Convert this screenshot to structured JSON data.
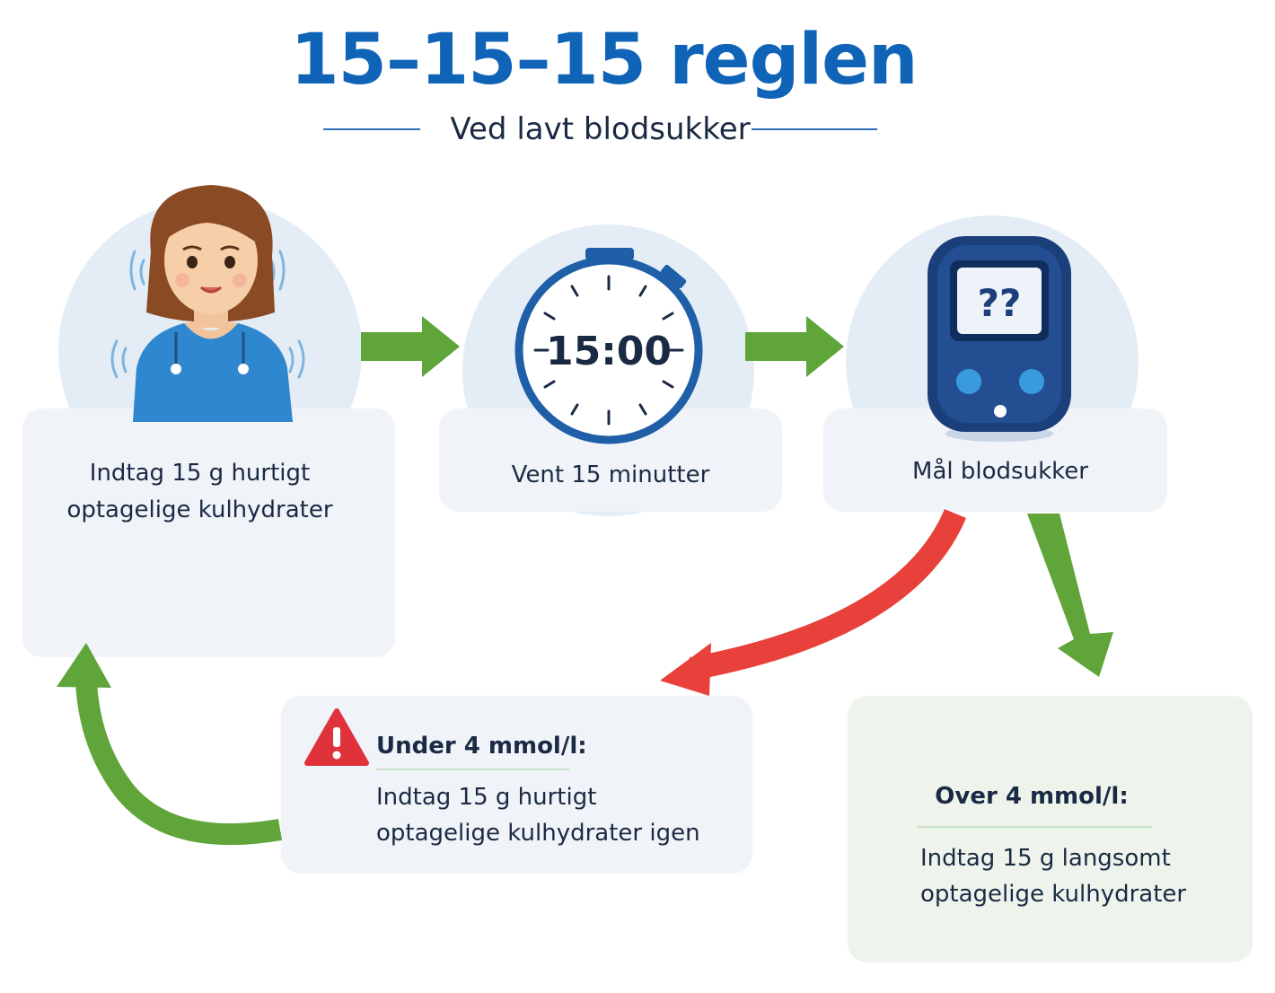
{
  "header": {
    "title": "15–15–15 reglen",
    "subtitle": "Ved lavt blodsukker"
  },
  "steps": [
    {
      "label": "Indtag 15 g hurtigt optagelige kulhydrater",
      "line1": "Indtag 15 g hurtigt",
      "line2": "optagelige kulhydrater"
    },
    {
      "label": "Vent 15 minutter",
      "timer": "15:00"
    },
    {
      "label": "Mål blodsukker",
      "screen": "??"
    }
  ],
  "outcomes": {
    "low": {
      "heading": "Under 4 mmol/l:",
      "line1": "Indtag 15 g hurtigt",
      "line2": "optagelige kulhydrater igen"
    },
    "high": {
      "heading": "Over 4 mmol/l:",
      "line1": "Indtag 15 g langsomt",
      "line2": "optagelige kulhydrater"
    }
  },
  "colors": {
    "title": "#0f64b8",
    "arrow_green": "#5fa53a",
    "arrow_red": "#e8403a",
    "meter_body": "#1b3f7a",
    "warning": "#e0323a"
  },
  "icons": [
    "woman-icon",
    "stopwatch-icon",
    "glucose-meter-icon",
    "warning-icon"
  ]
}
